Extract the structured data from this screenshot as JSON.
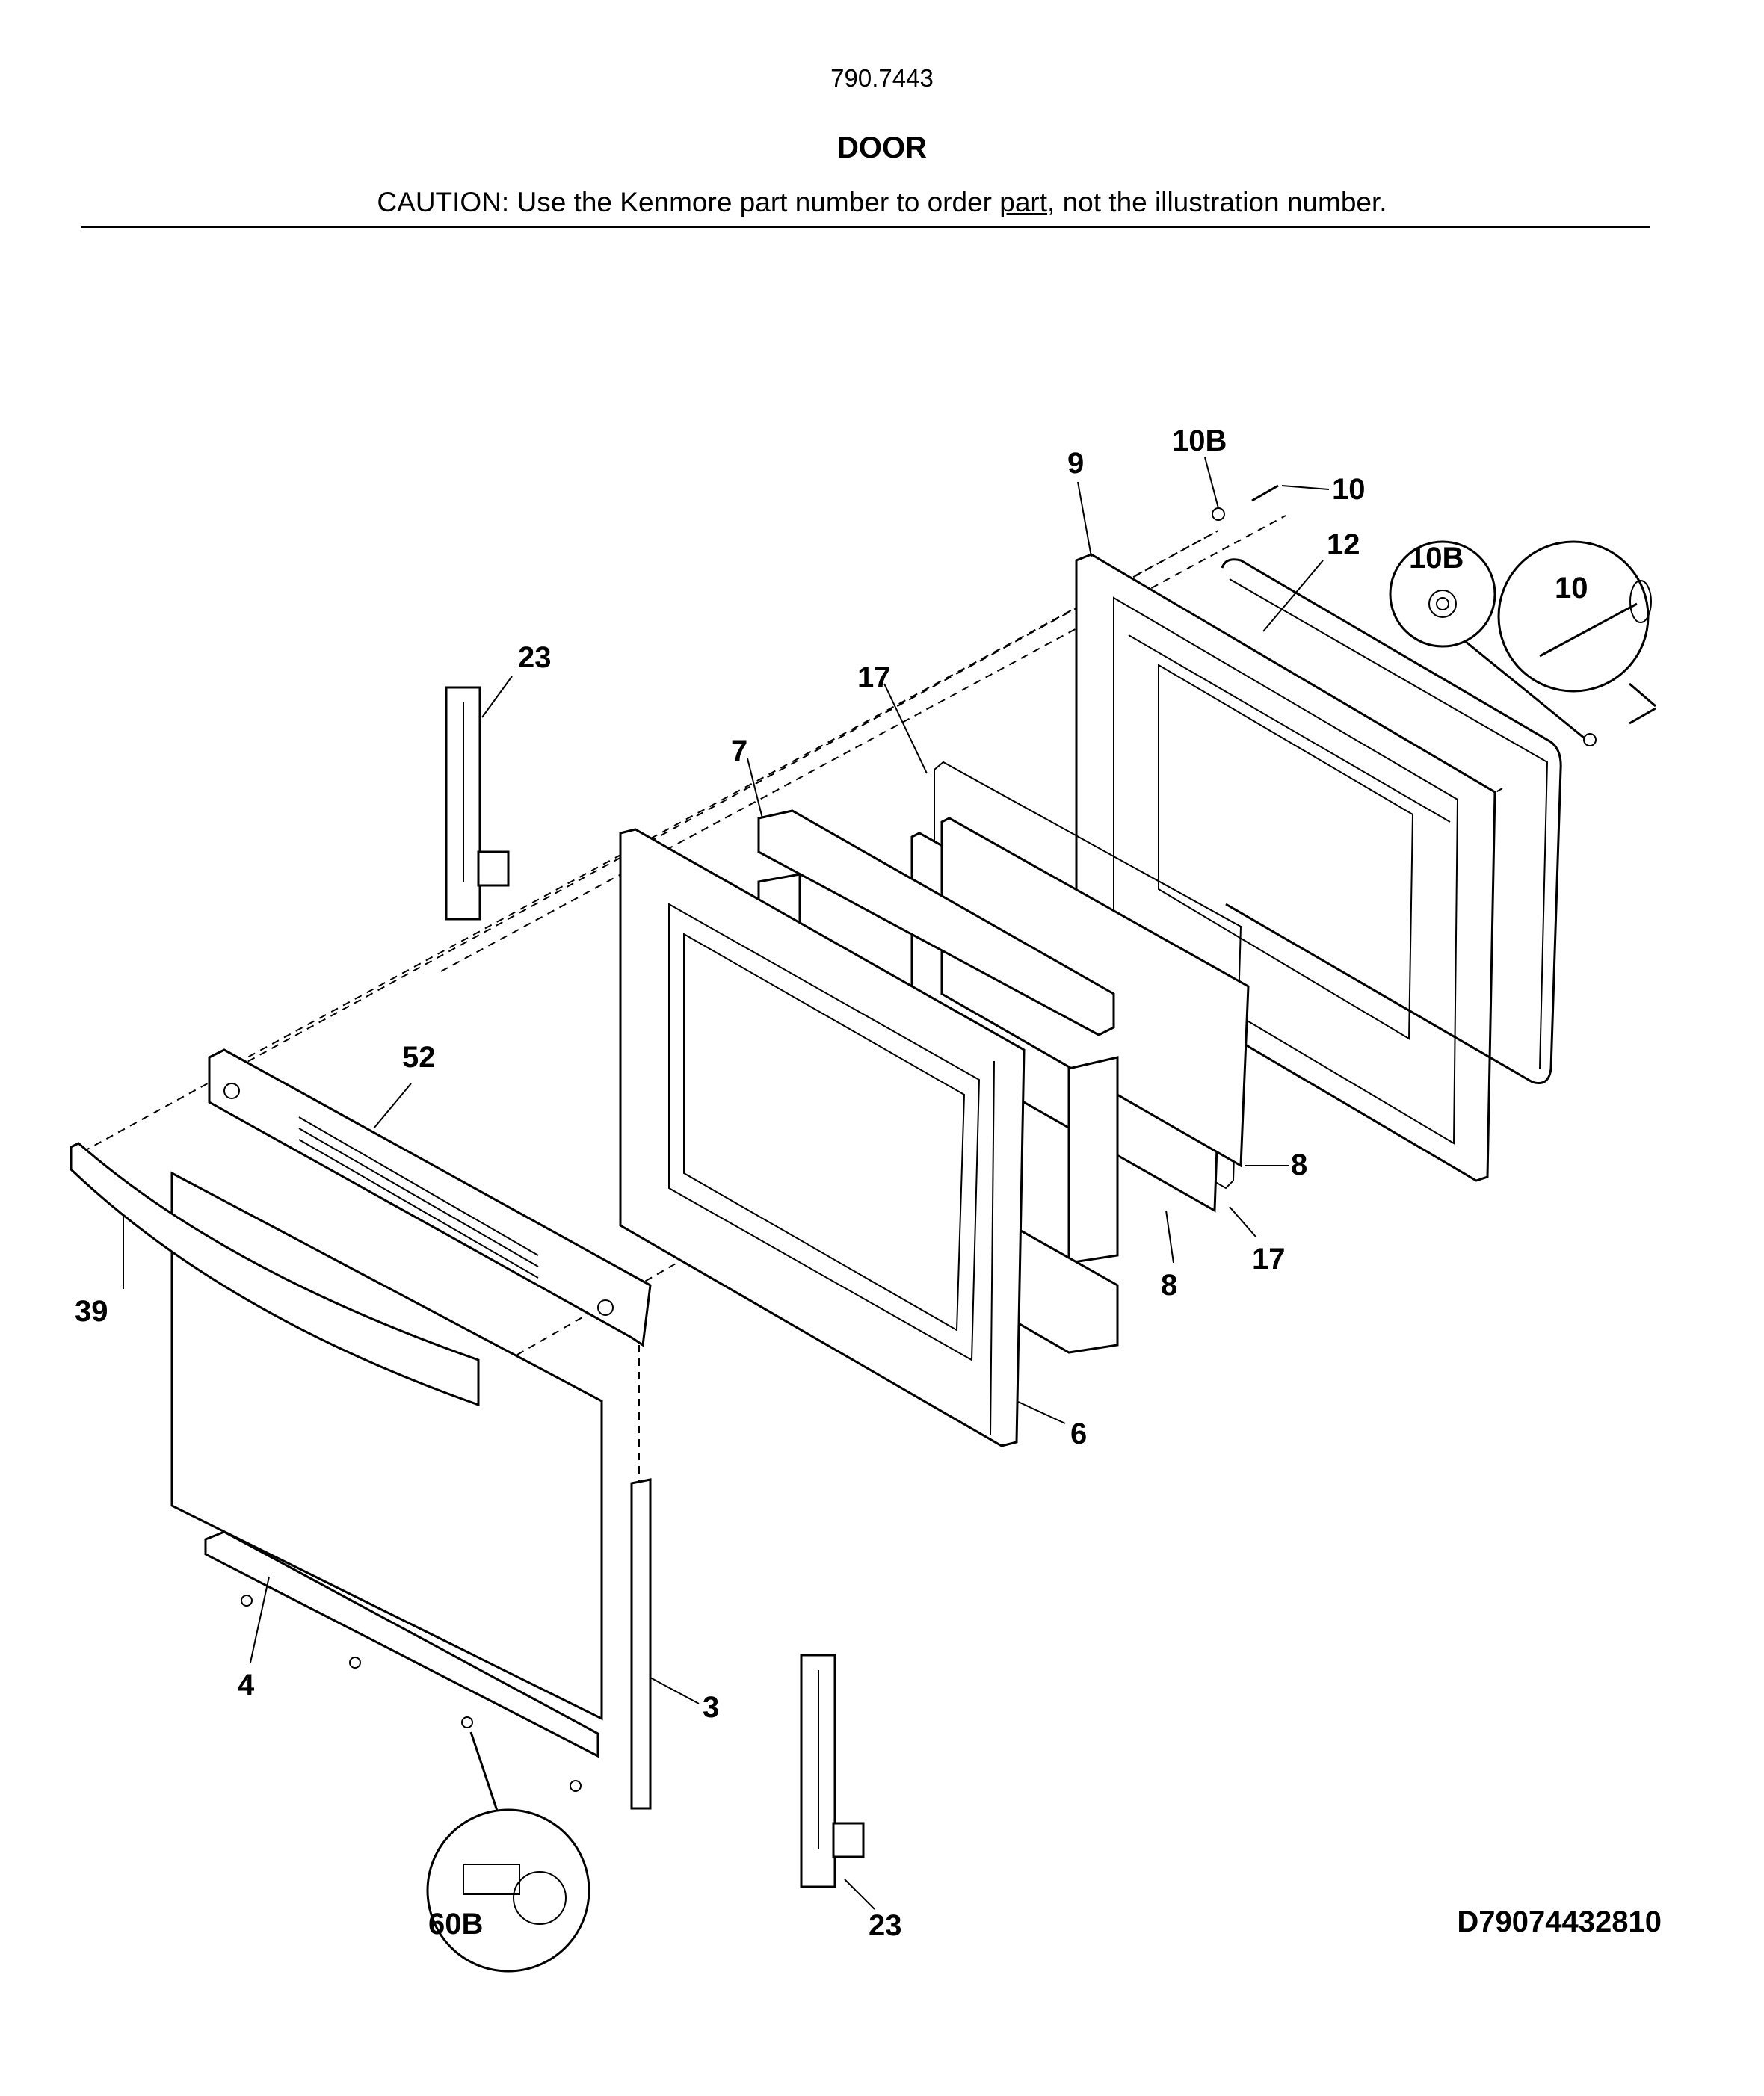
{
  "header": {
    "model": "790.7443",
    "title": "DOOR",
    "caution_before": "CAUTION: Use the Kenmore part number to order ",
    "caution_link": "part",
    "caution_after": ", not the illustration number."
  },
  "callouts": {
    "p9": "9",
    "p10b_top": "10B",
    "p10_top": "10",
    "p12": "12",
    "p10b_detail": "10B",
    "p10_detail": "10",
    "p23_top": "23",
    "p17_top": "17",
    "p7": "7",
    "p52": "52",
    "p8_right": "8",
    "p17_bottom": "17",
    "p8_bottom": "8",
    "p39": "39",
    "p6": "6",
    "p4": "4",
    "p3": "3",
    "p60b": "60B",
    "p23_bottom": "23"
  },
  "diagram_code": "D79074432810"
}
